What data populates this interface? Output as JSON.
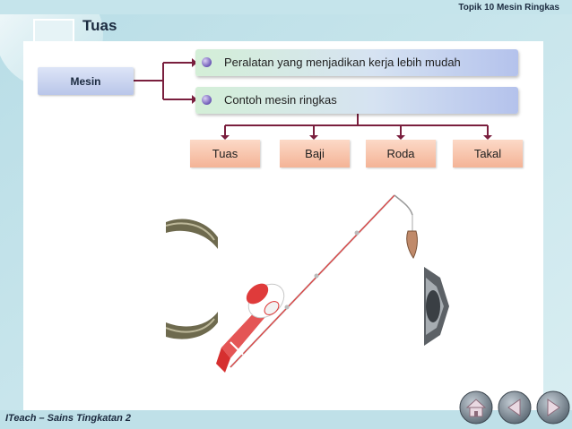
{
  "header": {
    "topic": "Topik 10 Mesin Ringkas",
    "title": "Tuas"
  },
  "diagram": {
    "root": "Mesin",
    "branches": [
      "Peralatan yang menjadikan kerja lebih mudah",
      "Contoh mesin ringkas"
    ],
    "categories": [
      "Tuas",
      "Baji",
      "Roda",
      "Takal"
    ]
  },
  "footer": {
    "text": "ITeach – Sains Tingkatan 2"
  },
  "nav": {
    "buttons": [
      "home-icon",
      "previous-icon",
      "next-icon"
    ]
  },
  "colors": {
    "title": "#1b2a3f",
    "connector": "#7a1f3e",
    "category_box": "#f4b396",
    "root_box": "#b9c6e9"
  }
}
